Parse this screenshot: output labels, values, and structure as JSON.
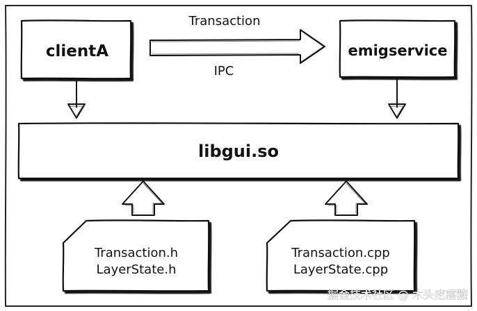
{
  "diagram": {
    "nodes": {
      "clientA": "clientA",
      "emigservice": "emigservice",
      "libgui": "libgui.so"
    },
    "arrow": {
      "top_label": "Transaction",
      "bottom_label": "IPC"
    },
    "docs": {
      "left": {
        "line1": "Transaction.h",
        "line2": "LayerState.h"
      },
      "right": {
        "line1": "Transaction.cpp",
        "line2": "LayerState.cpp"
      }
    },
    "watermark": "掘金技术社区 @ 木头疙瘩糖"
  }
}
